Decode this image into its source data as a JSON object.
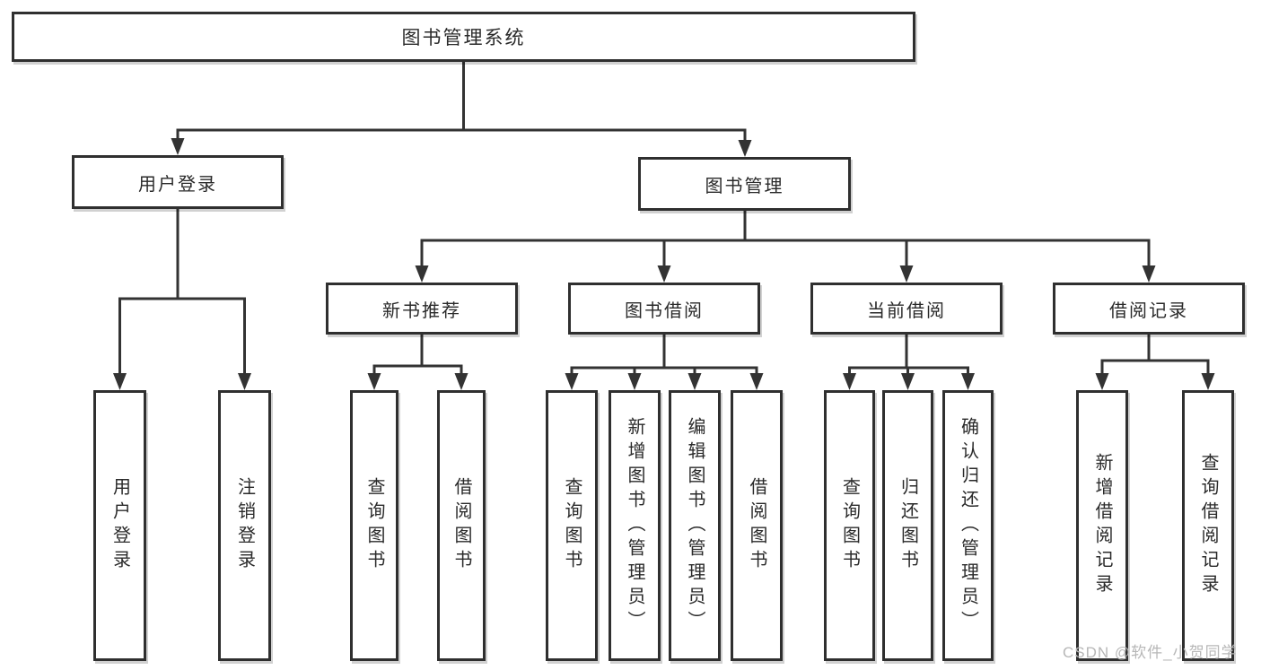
{
  "tree": {
    "root": {
      "label": "图书管理系统"
    },
    "branches": [
      {
        "label": "用户登录",
        "children": [
          {
            "label": "用户登录"
          },
          {
            "label": "注销登录"
          }
        ]
      },
      {
        "label": "图书管理",
        "children": [
          {
            "label": "新书推荐",
            "children": [
              {
                "label": "查询图书"
              },
              {
                "label": "借阅图书"
              }
            ]
          },
          {
            "label": "图书借阅",
            "children": [
              {
                "label": "查询图书"
              },
              {
                "label": "新增图书（管理员）"
              },
              {
                "label": "编辑图书（管理员）"
              },
              {
                "label": "借阅图书"
              }
            ]
          },
          {
            "label": "当前借阅",
            "children": [
              {
                "label": "查询图书"
              },
              {
                "label": "归还图书"
              },
              {
                "label": "确认归还（管理员）"
              }
            ]
          },
          {
            "label": "借阅记录",
            "children": [
              {
                "label": "新增借阅记录"
              },
              {
                "label": "查询借阅记录"
              }
            ]
          }
        ]
      }
    ]
  },
  "colors": {
    "line": "#333333",
    "border": "#2f2f2f",
    "text": "#2a2a2a",
    "watermark": "#b7b7b7"
  },
  "watermark": "CSDN @软件_小贺同学"
}
